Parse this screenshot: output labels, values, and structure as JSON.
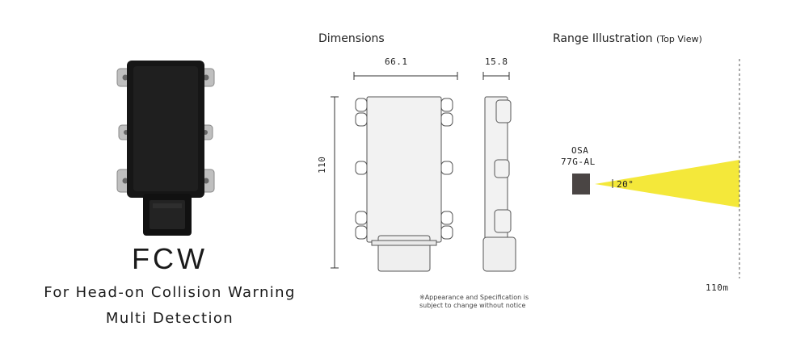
{
  "product": {
    "name": "FCW",
    "subtitle_line1": "For Head-on Collision Warning",
    "subtitle_line2": "Multi Detection"
  },
  "dimensions": {
    "heading": "Dimensions",
    "width": "66.1",
    "depth": "15.8",
    "height": "110",
    "note_line1": "※Appearance and Specification is",
    "note_line2": "subject to change without notice"
  },
  "range": {
    "heading": "Range Illustration",
    "heading_suffix": "(Top View)",
    "device_label_line1": "OSA",
    "device_label_line2": "77G-AL",
    "angle": "20°",
    "distance": "110m",
    "beam_color": "#f4e83a"
  }
}
